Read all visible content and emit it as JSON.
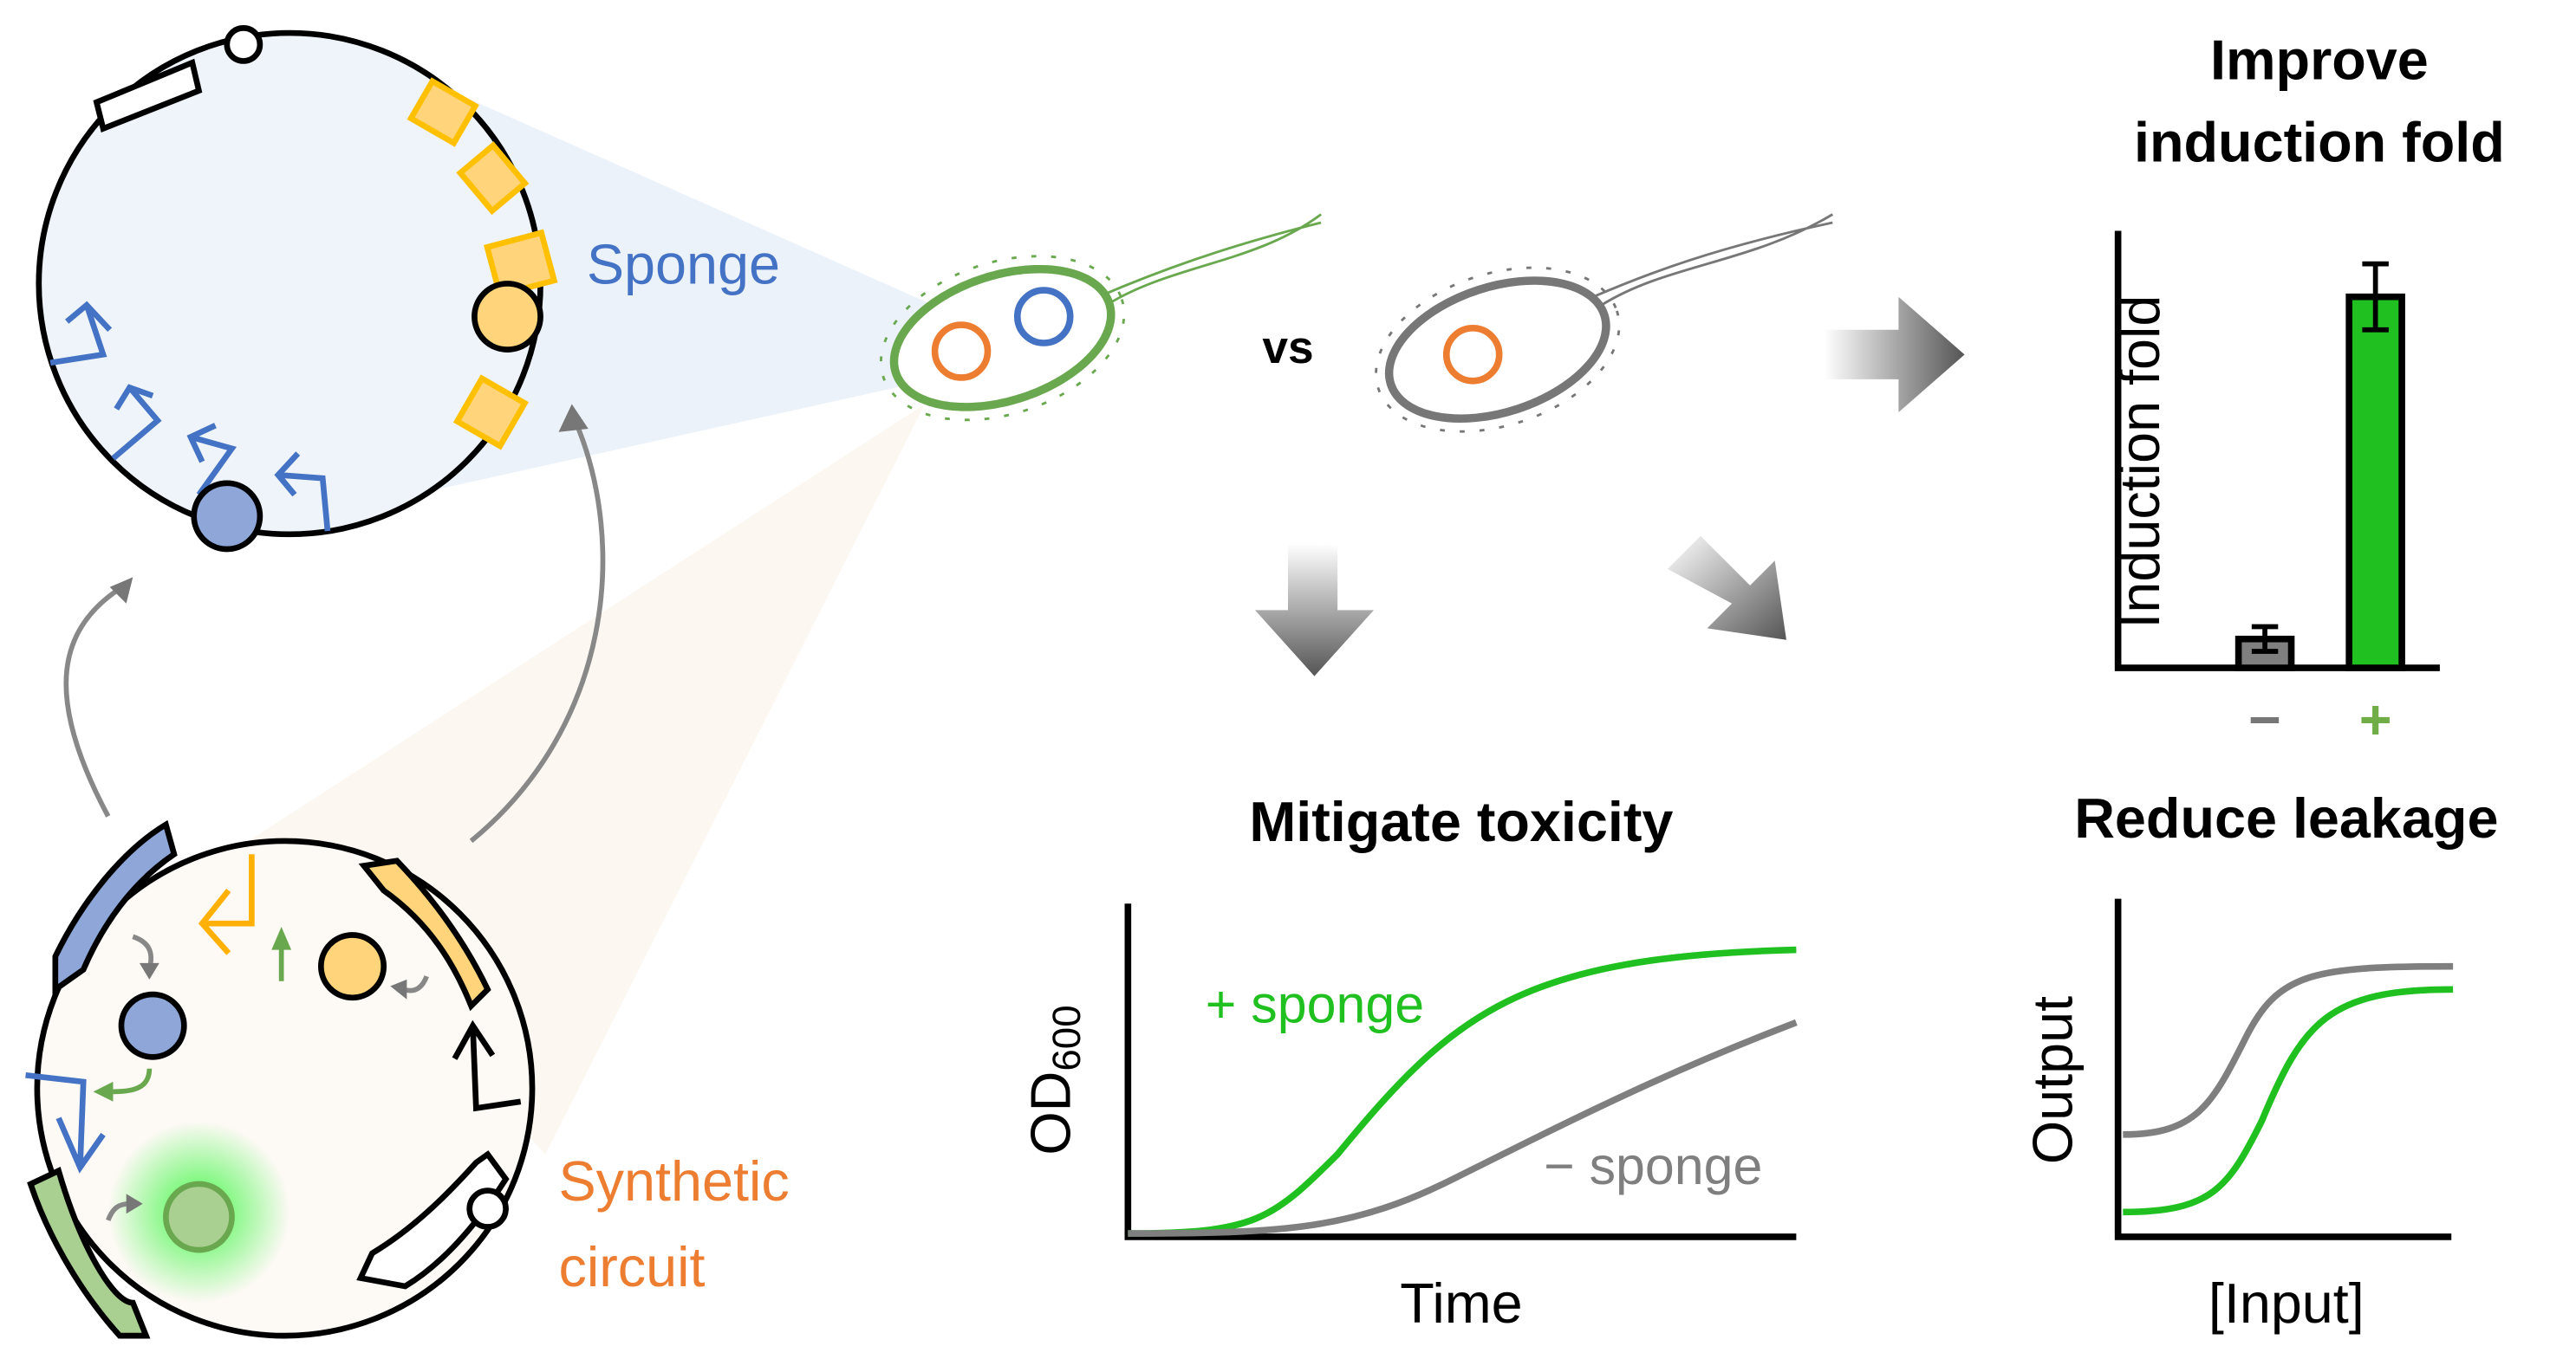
{
  "labels": {
    "sponge": "Sponge",
    "synthetic_circuit_line1": "Synthetic",
    "synthetic_circuit_line2": "circuit",
    "vs": "vs"
  },
  "panels": {
    "induction": {
      "title_line1": "Improve",
      "title_line2": "induction fold",
      "ylabel": "Induction fold",
      "categories": [
        "−",
        "+"
      ]
    },
    "toxicity": {
      "title": "Mitigate toxicity",
      "ylabel": "OD",
      "ylabel_sub": "600",
      "xlabel": "Time",
      "series_plus": "+ sponge",
      "series_minus": "− sponge"
    },
    "leakage": {
      "title": "Reduce leakage",
      "ylabel": "Output",
      "xlabel": "[Input]"
    }
  },
  "colors": {
    "green": "#1fc01f",
    "gray": "#7f7f7f",
    "orange": "#ed7d31",
    "blue": "#4472c4",
    "yellow": "#ffc000",
    "plus_label": "#70ad47"
  },
  "chart_data": {
    "type": "bar",
    "categories": [
      "−",
      "+"
    ],
    "values": [
      0.07,
      0.9
    ],
    "errors": [
      0.03,
      0.08
    ],
    "ylabel": "Induction fold",
    "title": "Improve induction fold"
  }
}
